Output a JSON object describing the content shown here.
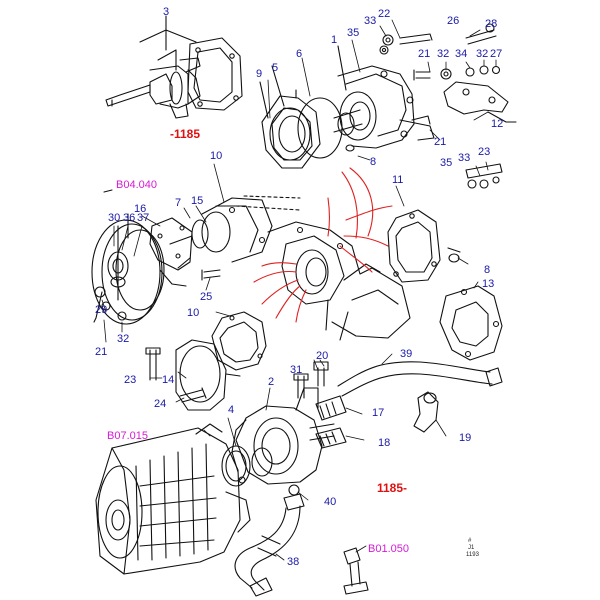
{
  "labels": {
    "n1": "1",
    "n2": "2",
    "n3": "3",
    "n4": "4",
    "n5": "5",
    "n6": "6",
    "n7": "7",
    "n8a": "8",
    "n8b": "8",
    "n9": "9",
    "n10a": "10",
    "n10b": "10",
    "n11": "11",
    "n12": "12",
    "n13": "13",
    "n14": "14",
    "n15": "15",
    "n16": "16",
    "n17": "17",
    "n18": "18",
    "n19": "19",
    "n20": "20",
    "n21a": "21",
    "n21b": "21",
    "n21c": "21",
    "n22": "22",
    "n23a": "23",
    "n23b": "23",
    "n24": "24",
    "n25": "25",
    "n26": "26",
    "n27": "27",
    "n28": "28",
    "n29": "29",
    "n30": "30",
    "n31": "31",
    "n32a": "32",
    "n32b": "32",
    "n33a": "33",
    "n33b": "33",
    "n34": "34",
    "n35a": "35",
    "n35b": "35",
    "n36": "36",
    "n37": "37",
    "n38": "38",
    "n39": "39",
    "n40": "40"
  },
  "references": {
    "r1": "B04.040",
    "r2": "B07.015",
    "r3": "B01.050"
  },
  "serial_ranges": {
    "before": "-1185",
    "after": "1185-"
  },
  "stamp": {
    "line1": "#",
    "line2": "J1",
    "line3": "1193"
  },
  "colors": {
    "part_number": "#1a1aa6",
    "reference": "#d61ad6",
    "serial": "#e01010",
    "line": "#111111",
    "highlight": "#e02020"
  }
}
